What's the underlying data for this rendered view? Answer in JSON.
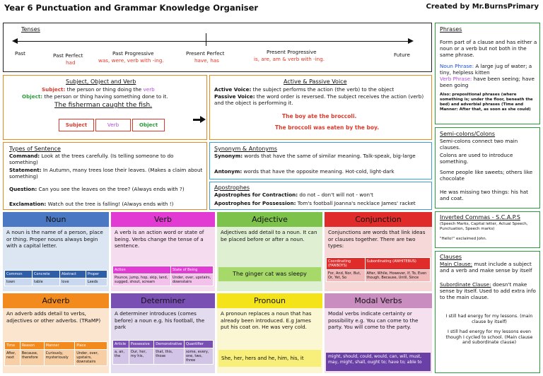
{
  "header": {
    "title": "Year 6 Punctuation and Grammar Knowledge Organiser",
    "credit": "Created by Mr.BurnsPrimary"
  },
  "tenses": {
    "heading": "Tenses",
    "past": "Past",
    "future": "Future",
    "past_perfect": "Past Perfect",
    "past_perfect_ex": "had",
    "past_progressive": "Past Progressive",
    "past_progressive_ex": "was, were, verb with -ing.",
    "present_perfect": "Present Perfect",
    "present_perfect_ex": "have, has",
    "present_progressive": "Present Progressive",
    "present_progressive_ex": "is, are, am & verb with -ing."
  },
  "sov": {
    "heading": "Subject, Object and Verb",
    "subject_label": "Subject:",
    "subject_text": "the person or thing doing the",
    "subject_verb": "verb",
    "object_label": "Object:",
    "object_text": "the person or thing having something done to it.",
    "example": "The fisherman caught the fish.",
    "tag_subject": "Subject",
    "tag_verb": "Verb",
    "tag_object": "Object"
  },
  "voice": {
    "heading": "Active & Passive Voice",
    "active_label": "Active Voice:",
    "active_text": "the subject performs the action (the verb) to the object",
    "passive_label": "Passive Voice:",
    "passive_text": "the word order is reversed. The subject receives the action (verb) and the object is performing it.",
    "ex1": "The boy ate the broccoli.",
    "ex2": "The broccoli was eaten by the boy."
  },
  "sentences": {
    "heading": "Types of Sentence",
    "command_label": "Command:",
    "command_text": "Look at the trees carefully. (Is telling someone to do something)",
    "statement_label": "Statement:",
    "statement_text": "In Autumn, many trees lose their leaves. (Makes a claim about something)",
    "question_label": "Question:",
    "question_text": "Can you see the leaves on the tree? (Always ends with ?)",
    "exclamation_label": "Exclamation:",
    "exclamation_text": "Watch out the tree is falling! (Always ends with !)"
  },
  "syn": {
    "heading": "Synonym & Antonyms",
    "syn_label": "Synonym:",
    "syn_text": "words that have the same of similar meaning. Talk-speak, big-large",
    "ant_label": "Antonym:",
    "ant_text": "words that have the opposite meaning. Hot-cold, light-dark"
  },
  "apos": {
    "heading": "Apostrophes",
    "contraction_label": "Apostrophes for Contraction:",
    "contraction_text": "do not – don't    will not - won't",
    "possession_label": "Apostrophes for Possession:",
    "possession_text": "Tom's football   Joanna's necklace James' racket"
  },
  "phrases": {
    "heading": "Phrases",
    "intro": "Form part of a clause and has either a noun or a verb but not both in the same phrase.",
    "noun_label": "Noun Phrase:",
    "noun_text": "A large jug of water; a tiny, helpless kitten",
    "verb_label": "Verb Phrase:",
    "verb_text": "have been seeing; have been going",
    "also": "Also: prepositional phrases (where something is; under the floor, beneath the bed) and adverbial phrases (Time and Manner: After that, as soon as she could)"
  },
  "semicolons": {
    "heading": "Semi-colons/Colons",
    "t1": "Semi-colons connect two main clauses.",
    "t2": "Colons are used to introduce something.",
    "t3": "Some people like sweets; others like chocolate",
    "t4": "He was missing two things: his hat and coat."
  },
  "commas": {
    "heading": "Inverted Commas - S.C.A.P.S",
    "text": "(Speech Marks, Capital letter, Actual Speech, Punctuation, Speech marks)",
    "example": "\"Hello!\" exclaimed John."
  },
  "clauses": {
    "heading": "Clauses",
    "main_label": "Main Clause:",
    "main_text": "must include a subject and a verb and make sense by itself",
    "sub_label": "Subordinate Clause:",
    "sub_text": "doesn't make sense by itself. Used to add extra info to the main clause.",
    "ex1": "I still had energy for my lessons. (main clause by itself)",
    "ex2": "I still had energy for my lessons even though I cycled to school. (Main clause and subordinate clause)"
  },
  "noun": {
    "title": "Noun",
    "body": "A noun is the name of a person, place or thing. Proper nouns always begin with a capital letter.",
    "headers": [
      "Common",
      "Concrete",
      "Abstract",
      "Proper"
    ],
    "cells": [
      "town",
      "table",
      "love",
      "Leeds"
    ]
  },
  "verb": {
    "title": "Verb",
    "body": "A verb is an action word or state of being. Verbs change the tense of a sentence.",
    "headers": [
      "Action",
      "State of Being"
    ],
    "cells": [
      "Pounce, jump, hop, skip, land, sugged, shout, scream",
      "Under, over, upstairs, downstairs"
    ]
  },
  "adjective": {
    "title": "Adjective",
    "body": "Adjectives add detail to a noun. It can be placed before or after a noun.",
    "example": "The ginger cat was sleepy"
  },
  "conjunction": {
    "title": "Conjunction",
    "body": "Conjunctions are words that link ideas or clauses together. There are two types:",
    "headers": [
      "Coordinating (FANBOYS)",
      "Subordinating (AWHITEBUS)"
    ],
    "cells": [
      "For, And, Nor, But, Or, Yet, So",
      "After, While, However, If, To, Even though, Because, Until, Since"
    ]
  },
  "adverb": {
    "title": "Adverb",
    "body": "An adverb adds detail to verbs, adjectives or other adverbs. (TRaMP)",
    "headers": [
      "Time",
      "Reason",
      "Manner",
      "Place"
    ],
    "cells": [
      "After, next",
      "Because, therefore",
      "Curiously, mysteriously",
      "Under, over, upstairs, downstairs"
    ]
  },
  "determiner": {
    "title": "Determiner",
    "body": "A determiner introduces (comes before) a noun e.g. his football, the park",
    "headers": [
      "Article",
      "Possessive",
      "Demonstrative",
      "Quantifier"
    ],
    "cells": [
      "a, an, the",
      "Our, her, my his,",
      "that, this, those",
      "some, every, one, two, three"
    ]
  },
  "pronoun": {
    "title": "Pronoun",
    "body": "A pronoun replaces a noun that has already been introduced. E.g James put his coat on. He was very cold.",
    "example": "She, her, hers and he, him, his, it"
  },
  "modal": {
    "title": "Modal Verbs",
    "body": "Modal verbs indicate certainty or possibility e.g. You can come to the party. You will come to the party.",
    "example": "might, should, could, would, can, will, must, may, might, shall, ought to; have to; able to"
  }
}
